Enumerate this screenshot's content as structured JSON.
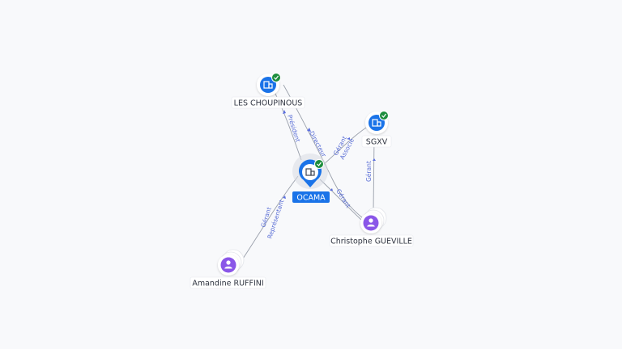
{
  "colors": {
    "company": "#1a73e8",
    "person": "#8a56e8",
    "verified": "#1e8e3e",
    "link_label": "#5b6fd6",
    "edge": "#9aa0ab"
  },
  "nodes": {
    "ocama": {
      "label": "OCAMA",
      "kind": "company",
      "icon": "building-icon",
      "verified": true
    },
    "choupinous": {
      "label": "LES CHOUPINOUS",
      "kind": "company",
      "icon": "building-icon",
      "verified": true
    },
    "sgxv": {
      "label": "SGXV",
      "kind": "company",
      "icon": "building-icon",
      "verified": true
    },
    "gueville": {
      "label": "Christophe GUEVILLE",
      "kind": "person",
      "icon": "person-icon",
      "verified": false
    },
    "ruffini": {
      "label": "Amandine RUFFINI",
      "kind": "person",
      "icon": "person-icon",
      "verified": false
    }
  },
  "edges": {
    "choupinous_ocama": {
      "label": "Président"
    },
    "gueville_choupinous": {
      "label": "Directeur"
    },
    "ocama_sgxv": {
      "label1": "Gérant",
      "label2": "Associé"
    },
    "gueville_sgxv": {
      "label": "Gérant"
    },
    "gueville_ocama": {
      "label": "Gérant"
    },
    "ruffini_ocama": {
      "label1": "Gérant",
      "label2": "Représentant"
    }
  }
}
